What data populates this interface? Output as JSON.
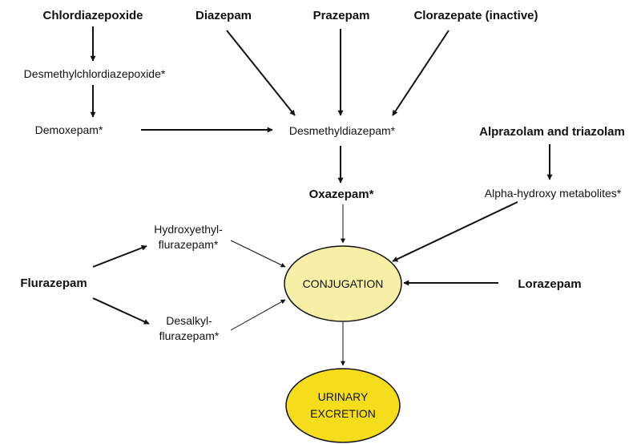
{
  "diagram": {
    "nodes": {
      "chlordiazepoxide": "Chlordiazepoxide",
      "diazepam": "Diazepam",
      "prazepam": "Prazepam",
      "clorazepate": "Clorazepate (inactive)",
      "desmethylchlordiazepoxide": "Desmethylchlordiazepoxide*",
      "demoxepam": "Demoxepam*",
      "desmethyldiazepam": "Desmethyldiazepam*",
      "alprazolam_triazolam": "Alprazolam and triazolam",
      "oxazepam": "Oxazepam*",
      "alpha_hydroxy": "Alpha-hydroxy metabolites*",
      "hydroxyethyl_line1": "Hydroxyethyl-",
      "hydroxyethyl_line2": "flurazepam*",
      "flurazepam": "Flurazepam",
      "conjugation": "CONJUGATION",
      "lorazepam": "Lorazepam",
      "desalkyl_line1": "Desalkyl-",
      "desalkyl_line2": "flurazepam*",
      "urinary_line1": "URINARY",
      "urinary_line2": "EXCRETION"
    },
    "colors": {
      "conjugation_fill": "#f7efa6",
      "urinary_fill": "#f5dd1c",
      "stroke": "#111111"
    }
  }
}
